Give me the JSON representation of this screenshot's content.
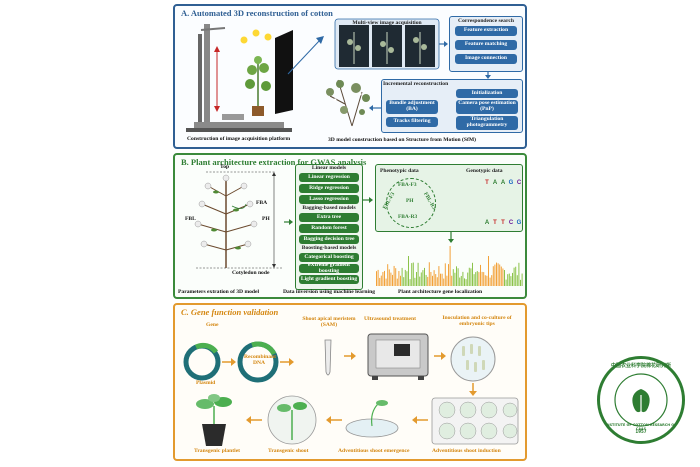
{
  "panel_a": {
    "title": "A. Automated 3D reconstruction of cotton",
    "caption_left": "Construction of image acquisition platform",
    "caption_right": "3D model construction based on Structure from Motion (SfM)",
    "multiview_title": "Multi-view image acquisition",
    "correspondence_title": "Correspondence search",
    "correspondence_steps": [
      "Feature extraction",
      "Feature matching",
      "Image connection"
    ],
    "incremental_title": "Incremental reconstruction",
    "incremental_steps": {
      "initialization": "Initialization",
      "bundle": "Bundle adjustment (BA)",
      "pose": "Camera pose estimation (PnP)",
      "tracks": "Tracks filtering",
      "triangulation": "Triangulation photogrammetry"
    }
  },
  "panel_b": {
    "title": "B. Plant architecture extraction for GWAS analysis",
    "plant_labels": {
      "top": "Top",
      "fba": "FBA",
      "fbl": "FBL",
      "ph": "PH",
      "cotyledon": "Cotyledon node"
    },
    "caption_left": "Parameters extration of 3D model",
    "caption_mid": "Data inversion using machine learning",
    "caption_right": "Plant architecture gene localization",
    "linear_title": "Linear models",
    "linear_models": [
      "Linear regression",
      "Ridge regression",
      "Lasso regression"
    ],
    "bagging_title": "Bagging-based models",
    "bagging_models": [
      "Extra tree",
      "Random forest",
      "Bagging decision tree"
    ],
    "boosting_title": "Boosting-based models",
    "boosting_models": [
      "Categorical boosting",
      "eXtreme gradient boosting",
      "Light gradient boosting"
    ],
    "phenotypic_title": "Phenotypic data",
    "genotypic_title": "Genotypic data",
    "traits": [
      "FBA-F3",
      "FBL-F3",
      "PH",
      "FBL-R3",
      "FBA-R3"
    ],
    "dna_top": [
      "T",
      "A",
      "A",
      "G",
      "C"
    ],
    "dna_bottom": [
      "A",
      "T",
      "T",
      "C",
      "G"
    ]
  },
  "panel_c": {
    "title": "C. Gene function validation",
    "labels": {
      "gene": "Gene",
      "plasmid": "Plasmid",
      "recombinant": "Recombinant DNA",
      "sam": "Shoot apical meristem (SAM)",
      "ultrasound": "Ultrasound treatment",
      "inoculation": "Inoculation and co-culture of embryonic tips",
      "induction": "Adventitious shoot induction",
      "emergence": "Adventitious shoot emergence",
      "transgenic_shoot": "Transgenic shoot",
      "transgenic_plantlet": "Transgenic plantlet"
    }
  },
  "logo": {
    "text_cn": "中国农业科学院棉花研究所",
    "text_en": "INSTITUTE OF COTTON RESEARCH OF CAAS",
    "year": "1957"
  },
  "colors": {
    "blue": "#2f6aa6",
    "green": "#2e7d32",
    "orange": "#e39a2e"
  }
}
